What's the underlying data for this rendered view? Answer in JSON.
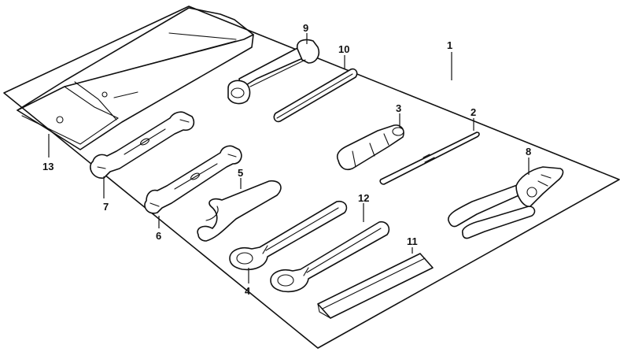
{
  "callouts": {
    "kit": "1",
    "screwdriver_blade": "2",
    "screwdriver_grip": "3",
    "spanner_4": "4",
    "pin_spanner_5": "5",
    "wrench_6": "6",
    "wrench_7": "7",
    "pliers": "8",
    "plug_wrench": "9",
    "tommy_bar": "10",
    "handle_11": "11",
    "spanner_12": "12",
    "tool_bag": "13"
  }
}
